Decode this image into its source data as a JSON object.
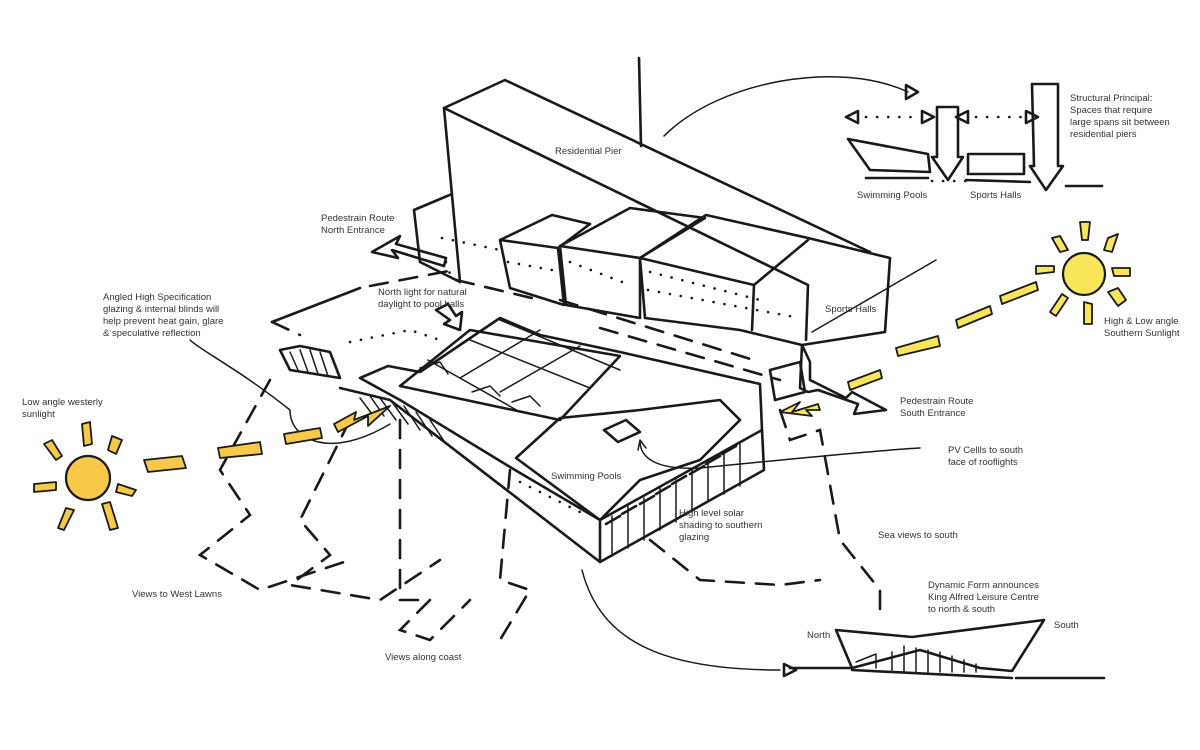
{
  "title": "King Alfred Leisure Centre concept sketch",
  "colors": {
    "ink": "#1a1a1a",
    "text": "#333333",
    "background": "#ffffff",
    "sun_west": "#f8c948",
    "sun_south": "#f9e55a",
    "pool_blue": "#d6e6f6",
    "sports_hall_beige": "#f2e6d8",
    "block_pink": "#eedcd6",
    "block_lilac": "#f1e3f0",
    "pier_grey": "#dcd8c8",
    "route_cream": "#fbf4cf",
    "section_fill": "#dedbc8"
  },
  "labels": {
    "residential_pier": "Residential Pier",
    "pedestrian_north": "Pedestrain Route\nNorth Entrance",
    "north_light": "North light for natural\ndaylight to pool halls",
    "angled_glazing": "Angled High Specification\nglazing & internal blinds will\nhelp prevent heat gain, glare\n& speculative reflection",
    "westerly_sunlight": "Low angle westerly\nsunlight",
    "sports_halls": "Sports Halls",
    "southern_sunlight": "High & Low angle\nSouthern Sunlight",
    "pedestrian_south": "Pedestrain Route\nSouth Entrance",
    "pv_cells": "PV Cellls to south\nface of rooflights",
    "swimming_pools": "Swimming Pools",
    "solar_shading": "High level solar\nshading to southern\nglazing",
    "sea_views": "Sea views to south",
    "views_west_lawns": "Views to West Lawns",
    "views_coast": "Views along coast",
    "dynamic_form": "Dynamic Form announces\nKing Alfred Leisure Centre\nto north & south",
    "north": "North",
    "south": "South"
  },
  "structural_inset": {
    "title": "Structural Principal:\nSpaces that require\nlarge spans sit between\nresidential piers",
    "pool_label": "Swimming Pools",
    "sports_label": "Sports Halls"
  }
}
